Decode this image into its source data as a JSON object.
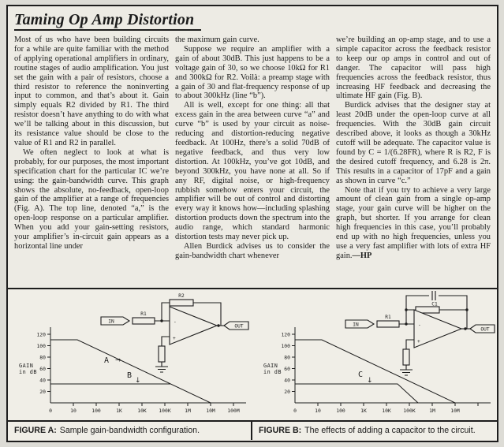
{
  "page": {
    "title": "Taming Op Amp Distortion"
  },
  "article": {
    "col1": [
      "Most of us who have been building circuits for a while are quite familiar with the method of applying operational amplifiers in ordinary, routine stages of audio amplification. You just set the gain with a pair of resistors, choose a third resistor to reference the noninverting input to common, and that’s about it. Gain simply equals R2 divided by R1. The third resistor doesn’t have anything to do with what we’ll be talking about in this discussion, but its resistance value should be close to the value of R1 and R2 in parallel.",
      "We often neglect to look at what is probably, for our purposes, the most important specification chart for the particular IC we’re using: the gain-bandwidth curve. This graph shows the absolute, no-feedback, open-loop gain of the amplifier at a range of frequencies (Fig. A). The top line, denoted “a,” is the open-loop response on a particular amplifier. When you add your gain-setting resistors, your amplifier’s in-circuit gain appears as a horizontal line under"
    ],
    "col2": [
      "the maximum gain curve.",
      "Suppose we require an amplifier with a gain of about 30dB. This just happens to be a voltage gain of 30, so we choose 10kΩ for R1 and 300kΩ for R2. Voilà: a preamp stage with a gain of 30 and flat-frequency response of up to about 300kHz (line “b”).",
      "All is well, except for one thing: all that excess gain in the area between curve “a” and curve “b” is used by your circuit as noise-reducing and distortion-reducing negative feedback. At 100Hz, there’s a solid 70dB of negative feedback, and thus very low distortion. At 100kHz, you’ve got 10dB, and beyond 300kHz, you have none at all. So if any RF, digital noise, or high-frequency rubbish somehow enters your circuit, the amplifier will be out of control and distorting every way it knows how—including splashing distortion products down the spectrum into the audio range, which standard harmonic distortion tests may never pick up.",
      "Allen Burdick advises us to consider the gain-bandwidth chart whenever"
    ],
    "col3": [
      "we’re building an op-amp stage, and to use a simple capacitor across the feedback resistor to keep our op amps in control and out of danger. The capacitor will pass high frequencies across the feedback resistor, thus increasing HF feedback and decreasing the ultimate HF gain (Fig. B).",
      "Burdick advises that the designer stay at least 20dB under the open-loop curve at all frequencies. With the 30dB gain circuit described above, it looks as though a 30kHz cutoff will be adequate. The capacitor value is found by C = 1/(6.28FR), where R is R2, F is the desired cutoff frequency, and 6.28 is 2π. This results in a capacitor of 17pF and a gain as shown in curve “c.”",
      "Note that if you try to achieve a very large amount of clean gain from a single op-amp stage, your gain curve will be higher on the graph, but shorter. If you arrange for clean high frequencies in this case, you’ll probably end up with no high frequencies, unless you use a very fast amplifier with lots of extra HF gain.",
      "—HP"
    ]
  },
  "figures": [
    {
      "caption_label": "FIGURE A:",
      "caption_text": "Sample gain-bandwidth configuration.",
      "labels": {
        "in": "IN",
        "out": "OUT",
        "r1": "R1",
        "r2": "R2",
        "minus": "-",
        "plus": "+",
        "curve_a": "A",
        "curve_a_arrow": "→",
        "curve_b": "B",
        "curve_b_arrow": "↓",
        "gain1": "GAIN",
        "gain2": "in dB"
      },
      "y_ticks": [
        "120",
        "100",
        "80",
        "60",
        "40",
        "20"
      ],
      "x_ticks": [
        "0",
        "10",
        "100",
        "1K",
        "10K",
        "100K",
        "1M",
        "10M",
        "100M"
      ],
      "chart_data": {
        "type": "line",
        "ylabel": "GAIN in dB",
        "ylim": [
          0,
          120
        ],
        "x_ticks": [
          "0",
          "10",
          "100",
          "1K",
          "10K",
          "100K",
          "1M",
          "10M",
          "100M"
        ],
        "series": [
          {
            "name": "a (open-loop response)",
            "points": [
              [
                "0",
                110
              ],
              [
                "20",
                110
              ],
              [
                "10M",
                0
              ]
            ]
          },
          {
            "name": "b (in-circuit gain)",
            "points": [
              [
                "0",
                33
              ],
              [
                "300K",
                33
              ]
            ]
          }
        ]
      }
    },
    {
      "caption_label": "FIGURE B:",
      "caption_text": "The effects of adding a capacitor to the circuit.",
      "labels": {
        "in": "IN",
        "out": "OUT",
        "r1": "R1",
        "r2": "R2",
        "c1": "C1",
        "minus": "-",
        "plus": "+",
        "curve_c": "C",
        "curve_c_arrow": "↓",
        "gain1": "GAIN",
        "gain2": "in dB"
      },
      "y_ticks": [
        "120",
        "100",
        "80",
        "60",
        "40",
        "20"
      ],
      "x_ticks": [
        "0",
        "10",
        "100",
        "1K",
        "10K",
        "100K",
        "1M",
        "10M"
      ],
      "chart_data": {
        "type": "line",
        "ylabel": "GAIN in dB",
        "ylim": [
          0,
          120
        ],
        "x_ticks": [
          "0",
          "10",
          "100",
          "1K",
          "10K",
          "100K",
          "1M",
          "10M"
        ],
        "series": [
          {
            "name": "a (open-loop response)",
            "points": [
              [
                "0",
                110
              ],
              [
                "20",
                110
              ],
              [
                "10M",
                0
              ]
            ]
          },
          {
            "name": "c (gain with capacitor)",
            "points": [
              [
                "0",
                33
              ],
              [
                "30K",
                33
              ],
              [
                "500K",
                0
              ]
            ]
          }
        ]
      }
    }
  ]
}
